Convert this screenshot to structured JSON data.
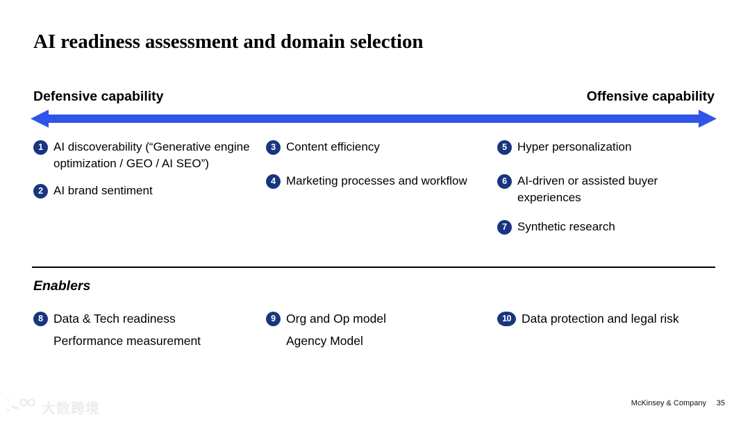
{
  "slide": {
    "title": "AI readiness assessment and domain selection",
    "accent_blue": "#2f55e8",
    "bullet_navy": "#18367f"
  },
  "axis": {
    "left_label": "Defensive capability",
    "right_label": "Offensive capability",
    "icon": "double-headed-arrow"
  },
  "columns": [
    {
      "items": [
        {
          "number": "1",
          "text": "AI  discoverability (“Generative engine optimization / GEO / AI SEO”)",
          "sub": ""
        },
        {
          "number": "2",
          "text": "AI brand sentiment",
          "sub": ""
        }
      ]
    },
    {
      "items": [
        {
          "number": "3",
          "text": "Content efficiency",
          "sub": ""
        },
        {
          "number": "4",
          "text": "Marketing processes and workflow",
          "sub": ""
        }
      ]
    },
    {
      "items": [
        {
          "number": "5",
          "text": "Hyper personalization",
          "sub": ""
        },
        {
          "number": "6",
          "text": "AI-driven or assisted buyer experiences",
          "sub": ""
        },
        {
          "number": "7",
          "text": "Synthetic research",
          "sub": ""
        }
      ]
    }
  ],
  "enablers": {
    "heading": "Enablers",
    "columns": [
      {
        "items": [
          {
            "number": "8",
            "text": "Data & Tech readiness",
            "sub": "Performance measurement"
          }
        ]
      },
      {
        "items": [
          {
            "number": "9",
            "text": "Org and Op model",
            "sub": "Agency Model"
          }
        ]
      },
      {
        "items": [
          {
            "number": "10",
            "text": "Data protection and legal risk",
            "sub": ""
          }
        ]
      }
    ]
  },
  "footer": {
    "brand": "McKinsey & Company",
    "page_number": "35"
  },
  "watermark": {
    "text": "大数跨境",
    "icon": "watermark-logo"
  }
}
